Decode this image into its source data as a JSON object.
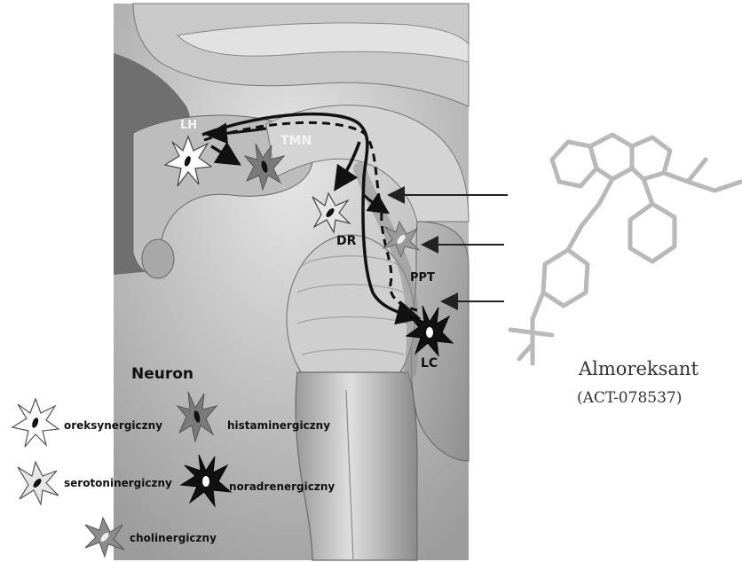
{
  "brain_labels": {
    "lh": "LH",
    "tmn": "TMN",
    "dr": "DR",
    "ppt": "PPT",
    "lc": "LC"
  },
  "legend": {
    "title": "Neuron",
    "items": {
      "orexinergic": "oreksynergiczny",
      "histaminergic": "histaminergiczny",
      "serotonergic": "serotoninergiczny",
      "noradrenergic": "noradrenergiczny",
      "cholinergic": "cholinergiczny"
    }
  },
  "drug": {
    "name": "Almoreksant",
    "code": "(ACT-078537)"
  },
  "colors": {
    "orexinergic": "#ffffff",
    "histaminergic": "#7a7a7a",
    "serotonergic": "#e6e6e6",
    "noradrenergic": "#111111",
    "cholinergic": "#8c8c8c",
    "brain_light": "#d8d8d8",
    "brain_dark": "#555555"
  }
}
